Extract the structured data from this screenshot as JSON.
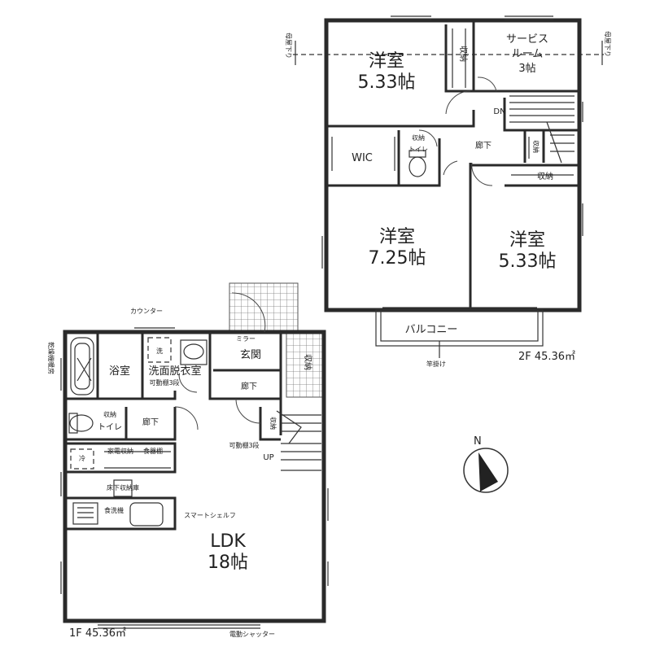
{
  "colors": {
    "line": "#2a2a2a",
    "background": "#ffffff"
  },
  "floor2": {
    "area": "2F 45.36㎡",
    "rooms": {
      "western_a": {
        "name": "洋室",
        "size": "5.33帖"
      },
      "service_room": {
        "name_line1": "サービス",
        "name_line2": "ルーム",
        "size": "3帖"
      },
      "storage_top": "収納",
      "wic": "WIC",
      "storage_small": "収納",
      "toilet": "トイレ",
      "hall": "廊下",
      "dn": "DN",
      "storage_stair": "収納",
      "storage_right": "収納",
      "western_b": {
        "name": "洋室",
        "size": "7.25帖"
      },
      "western_c": {
        "name": "洋室",
        "size": "5.33帖"
      },
      "balcony": "バルコニー",
      "hanger": "竿掛け",
      "eave_left": "母屋下り",
      "eave_right": "母屋下り"
    }
  },
  "floor1": {
    "area": "1F 45.36㎡",
    "rooms": {
      "dryer": "乾燥機暖房",
      "counter": "カウンター",
      "bath": "浴室",
      "washroom": "洗面脱衣室",
      "wash_mark": "洗",
      "shelf_wash": "可動棚3段",
      "mirror": "ミラー",
      "entrance": "玄関",
      "storage_entrance": "収納",
      "hall_a": "廊下",
      "storage_toilet": "収納",
      "toilet": "トイレ",
      "hall_b": "廊下",
      "storage_stair": "収納",
      "shelf_stair": "可動棚3段",
      "up": "UP",
      "fridge": "冷",
      "appliance_storage": "家電収納",
      "cupboard": "食器棚",
      "floor_storage": "床下収納庫",
      "dishwasher": "食洗機",
      "smart_shelf": "スマートシェルフ",
      "ldk": {
        "name": "LDK",
        "size": "18帖"
      },
      "shutter": "電動シャッター"
    }
  },
  "compass": {
    "label": "N"
  }
}
